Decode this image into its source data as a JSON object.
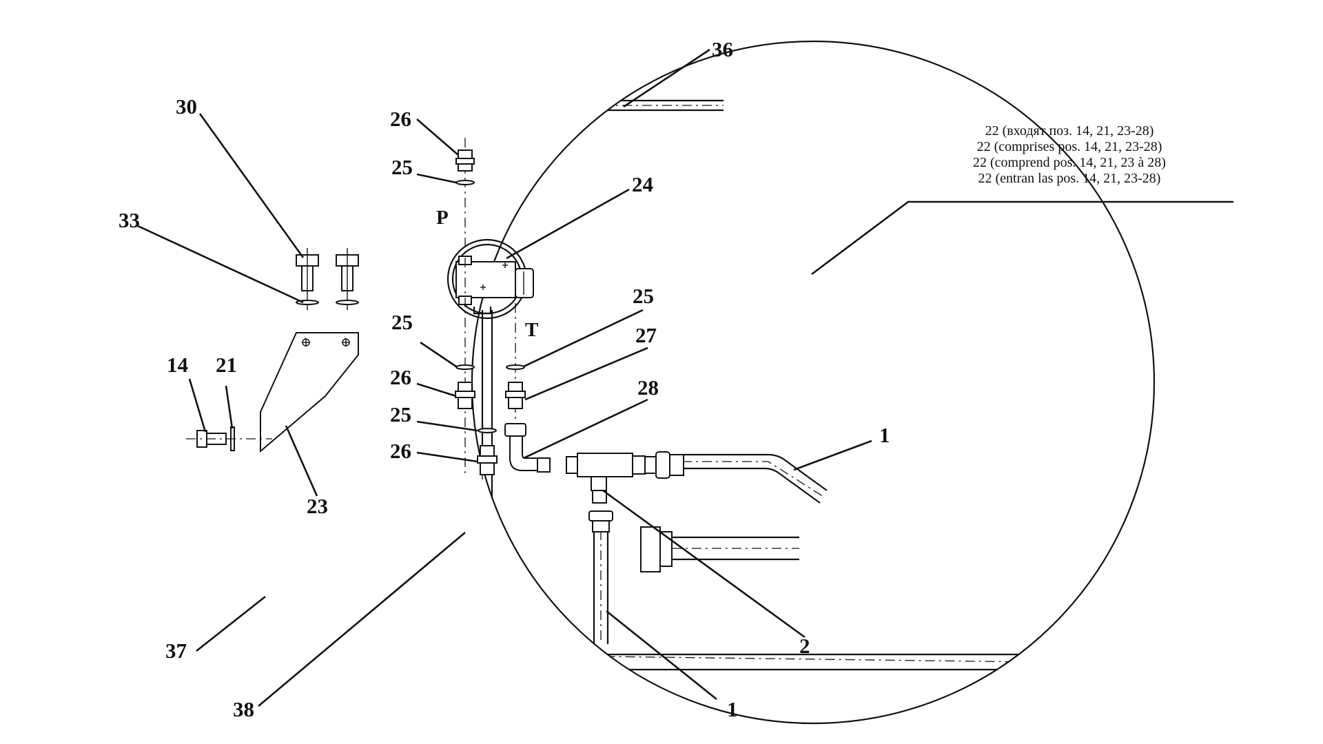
{
  "callouts": {
    "c36": "36",
    "c30": "30",
    "c26a": "26",
    "c25a": "25",
    "c24": "24",
    "c33": "33",
    "c25b": "25",
    "c25c": "25",
    "c27": "27",
    "c26b": "26",
    "c28": "28",
    "c14": "14",
    "c21": "21",
    "c25d": "25",
    "c26c": "26",
    "c1a": "1",
    "c23": "23",
    "c2": "2",
    "c37": "37",
    "c38": "38",
    "c1b": "1"
  },
  "ports": {
    "p": "P",
    "t": "T"
  },
  "note": {
    "line_ru": "22 (входят поз. 14, 21, 23-28)",
    "line_en": "22 (comprises pos. 14, 21, 23-28)",
    "line_fr": "22 (comprend pos. 14, 21, 23 à 28)",
    "line_es": "22 (entran las pos. 14, 21, 23-28)"
  }
}
